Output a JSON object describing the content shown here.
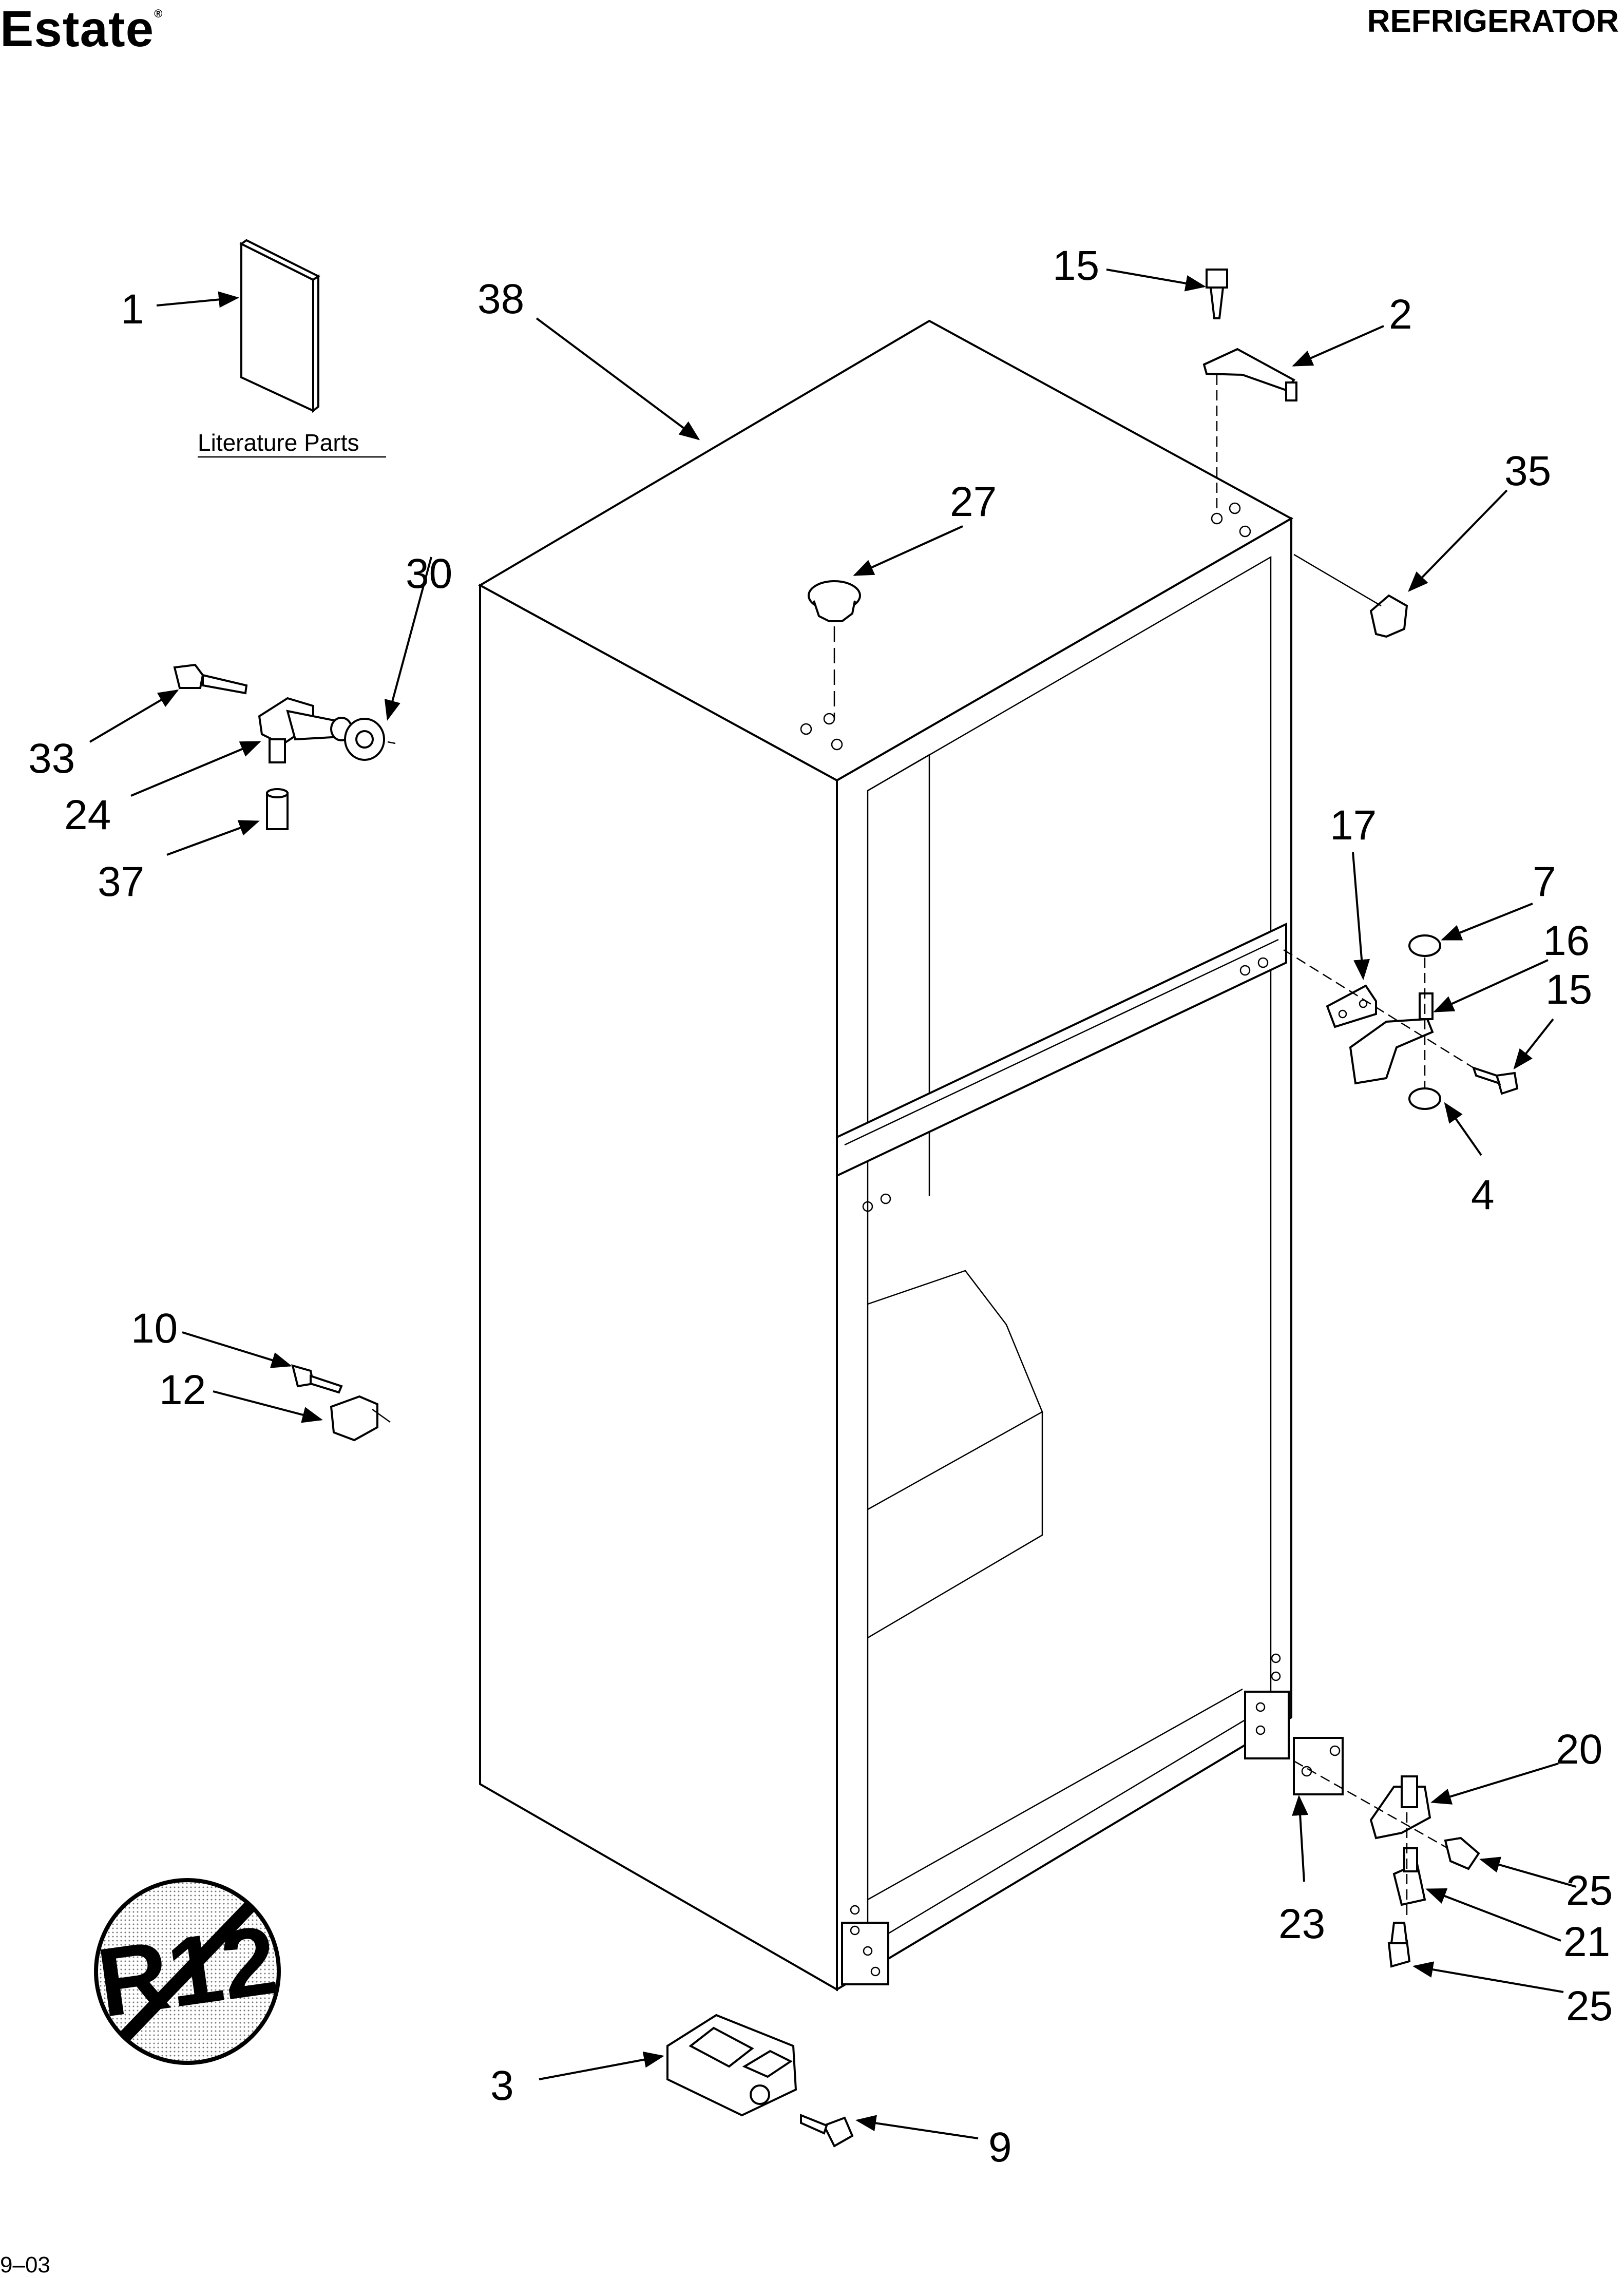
{
  "header": {
    "brand": "Estate",
    "trademark": "®",
    "title": "REFRIGERATOR"
  },
  "literature_label": "Literature Parts",
  "no_r12_text": "R12",
  "footer": {
    "code": "9–03"
  },
  "callouts": [
    "1",
    "38",
    "15",
    "2",
    "35",
    "27",
    "30",
    "33",
    "24",
    "37",
    "17",
    "7",
    "16",
    "15",
    "4",
    "10",
    "12",
    "20",
    "25",
    "23",
    "21",
    "25",
    "3",
    "9"
  ]
}
